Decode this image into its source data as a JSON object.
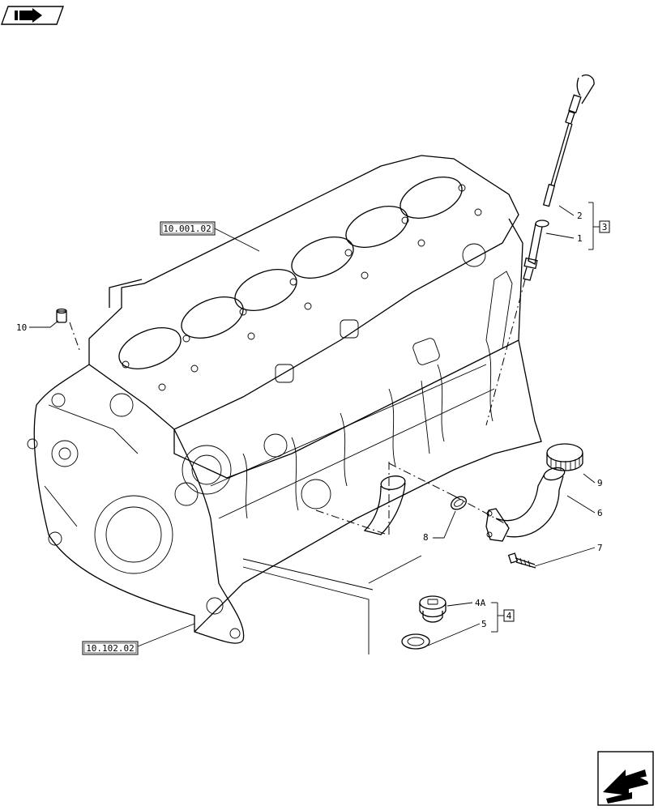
{
  "icons": {
    "top_left": "book-arrow-icon",
    "bottom_right": "next-page-arrow-icon"
  },
  "references": {
    "block": "10.001.02",
    "front_cover": "10.102.02"
  },
  "callouts": {
    "c1": "1",
    "c2": "2",
    "c3": "3",
    "c4a": "4A",
    "c4": "4",
    "c5": "5",
    "c6": "6",
    "c7": "7",
    "c8": "8",
    "c9": "9",
    "c10": "10"
  }
}
